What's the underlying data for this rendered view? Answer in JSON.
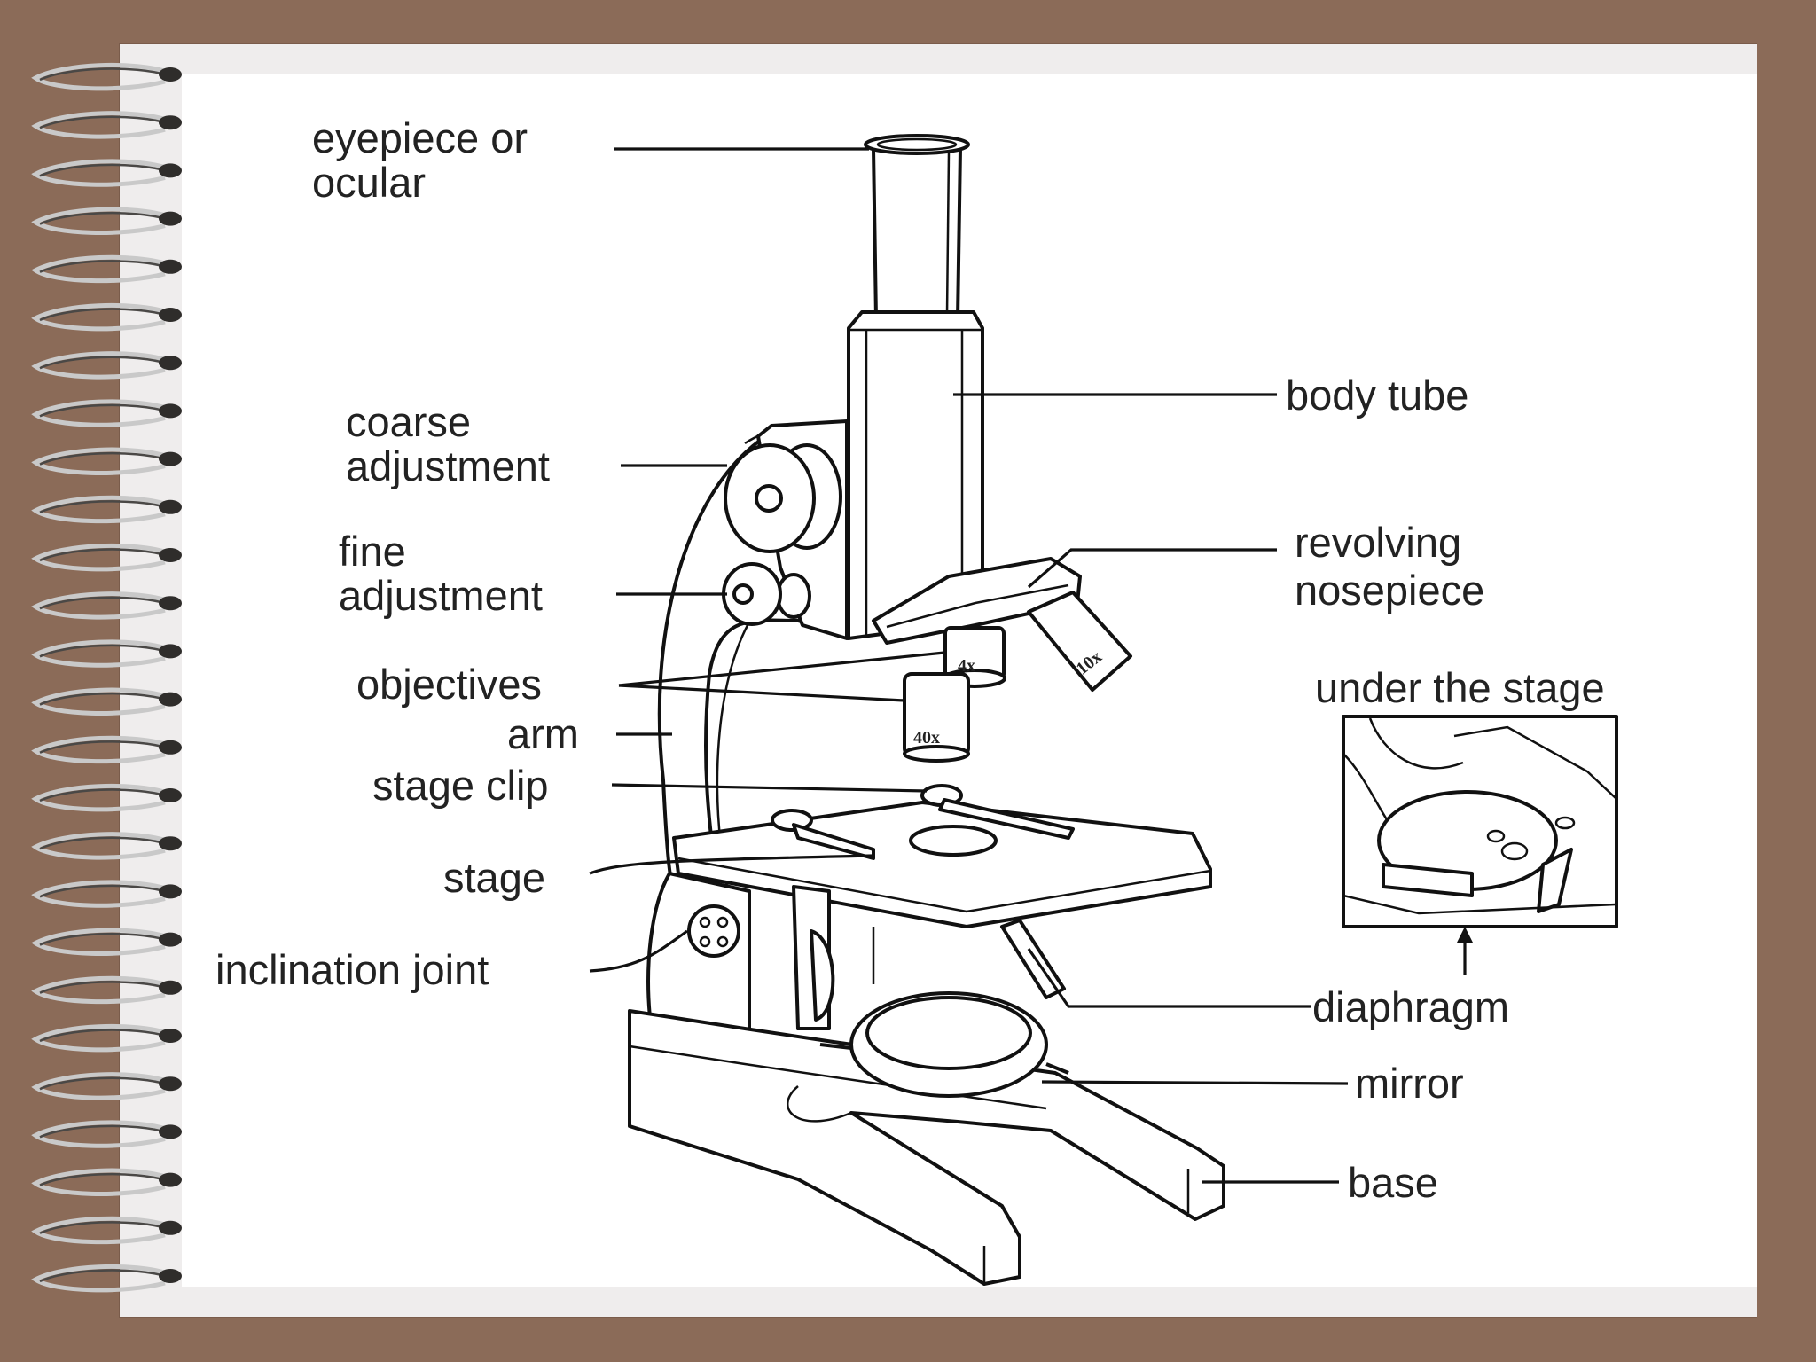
{
  "labels": {
    "eyepiece_1": "eyepiece or",
    "eyepiece_2": "ocular",
    "body_tube": "body tube",
    "coarse_1": "coarse",
    "coarse_2": "adjustment",
    "fine_1": "fine",
    "fine_2": "adjustment",
    "nosepiece_1": "revolving",
    "nosepiece_2": "nosepiece",
    "objectives": "objectives",
    "arm": "arm",
    "stage_clip": "stage clip",
    "under_stage": "under the stage",
    "stage": "stage",
    "inclination_joint": "inclination joint",
    "diaphragm": "diaphragm",
    "mirror": "mirror",
    "base": "base"
  },
  "objective_marks": {
    "low": "4x",
    "medium": "10x",
    "high": "40x"
  },
  "colors": {
    "frame_background": "#8b6b58",
    "slide_background": "#ffffff",
    "line_art": "#111111"
  },
  "icons": [
    "spiral-binding-icon",
    "arrow-up-icon"
  ]
}
